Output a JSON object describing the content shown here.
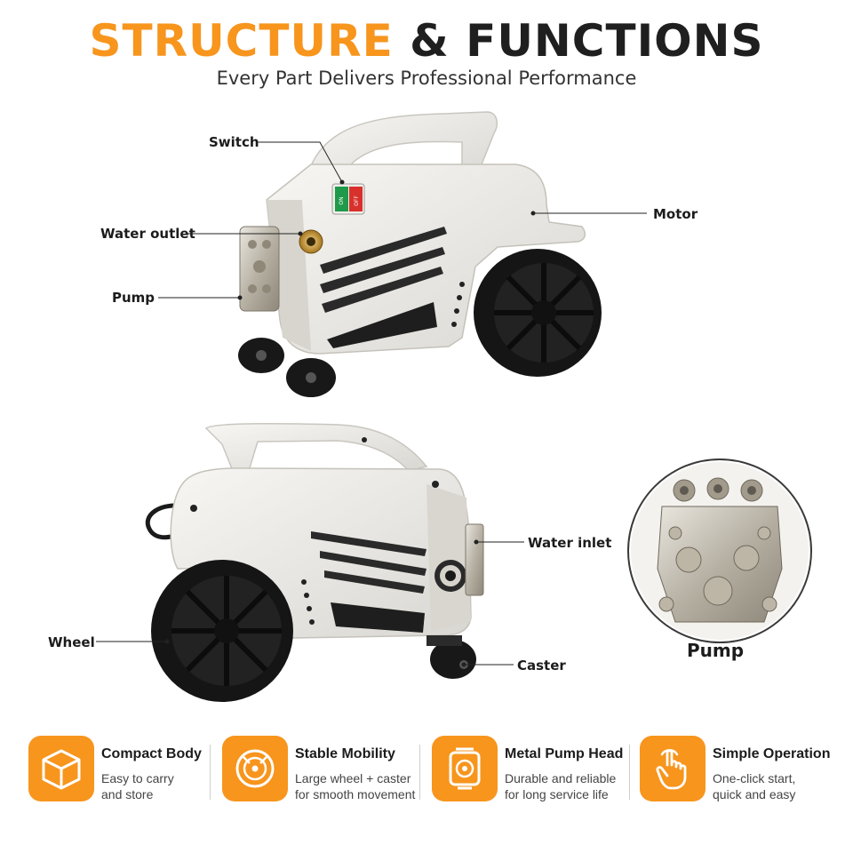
{
  "header": {
    "title_accent": "STRUCTURE",
    "title_rest": "& FUNCTIONS",
    "subtitle": "Every Part Delivers Professional Performance"
  },
  "callouts_top": {
    "switch": "Switch",
    "water_outlet": "Water outlet",
    "pump": "Pump",
    "motor": "Motor",
    "switch_on": "ON",
    "switch_off": "OFF"
  },
  "callouts_bottom": {
    "water_inlet": "Water inlet",
    "wheel": "Wheel",
    "caster": "Caster"
  },
  "pump_detail": {
    "label": "Pump"
  },
  "features": [
    {
      "title": "Compact Body",
      "line1": "Easy to carry",
      "line2": "and store",
      "icon": "box-icon"
    },
    {
      "title": "Stable Mobility",
      "line1": "Large wheel + caster",
      "line2": "for smooth movement",
      "icon": "wheel-icon"
    },
    {
      "title": "Metal Pump Head",
      "line1": "Durable and reliable",
      "line2": "for long service life",
      "icon": "pump-head-icon"
    },
    {
      "title": "Simple Operation",
      "line1": "One-click start,",
      "line2": "quick and easy",
      "icon": "hand-touch-icon"
    }
  ],
  "colors": {
    "accent": "#f7951d",
    "body": "#ecebe7",
    "dark": "#1a1a1a",
    "switch_on": "#1f9a4a",
    "switch_off": "#d8302b"
  }
}
